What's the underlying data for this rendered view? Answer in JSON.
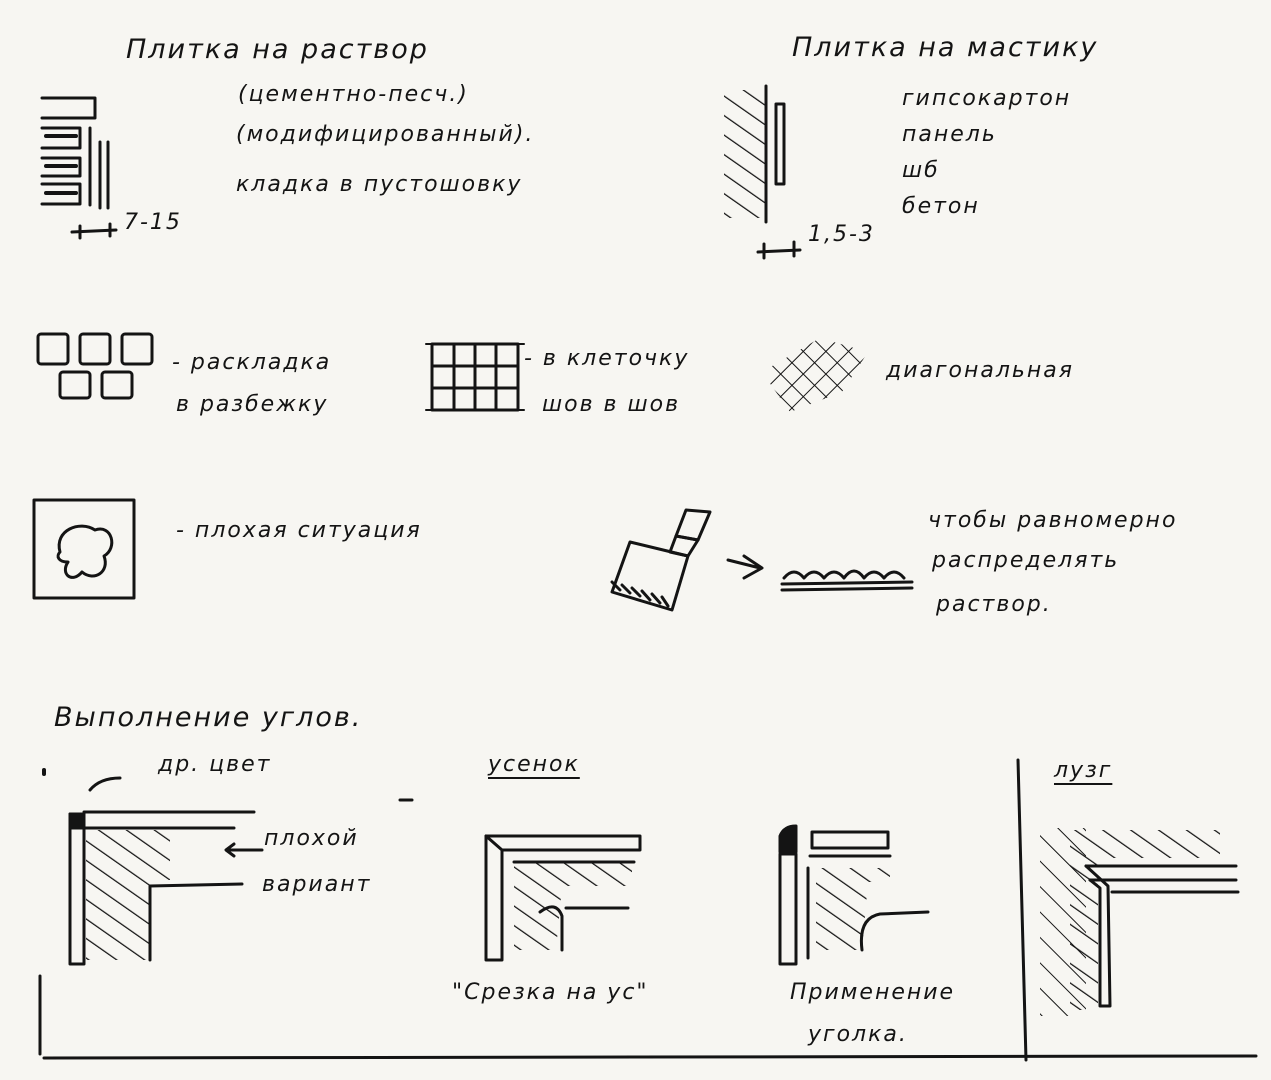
{
  "sections": {
    "mortar": {
      "title": "Плитка на раствор",
      "line1": "(цементно-песч.)",
      "line2": "(модифицированный).",
      "line3": "кладка в пустошовку",
      "dimension": "7-15"
    },
    "mastic": {
      "title": "Плитка на мастику",
      "items": [
        "гипсокартон",
        "панель",
        "шб",
        "бетон"
      ],
      "dimension": "1,5-3"
    },
    "layouts": {
      "offset_line1": "- раскладка",
      "offset_line2": "в разбежку",
      "grid_line1": "- в клеточку",
      "grid_line2": "шов в шов",
      "diagonal": "диагональная"
    },
    "bad": {
      "label": "- плохая ситуация",
      "spread_line1": "чтобы равномерно",
      "spread_line2": "распределять",
      "spread_line3": "раствор."
    },
    "corners": {
      "title": "Выполнение углов.",
      "other_color": "др. цвет",
      "bad_line1": "плохой",
      "bad_line2": "вариант",
      "usenok_title": "усенок",
      "cut_label": "\"Срезка на ус\"",
      "corner_line1": "Применение",
      "corner_line2": "уголка.",
      "luzg_title": "лузг"
    }
  },
  "icons": [
    "tile-on-mortar-icon",
    "tile-on-mastic-icon",
    "offset-layout-icon",
    "grid-layout-icon",
    "diagonal-layout-icon",
    "bad-tile-icon",
    "notched-trowel-icon",
    "mortar-ridges-icon",
    "bad-corner-icon",
    "mitre-corner-icon",
    "corner-profile-icon",
    "inner-corner-icon"
  ],
  "colors": {
    "ink": "#141414",
    "paper": "#f7f6f2"
  }
}
